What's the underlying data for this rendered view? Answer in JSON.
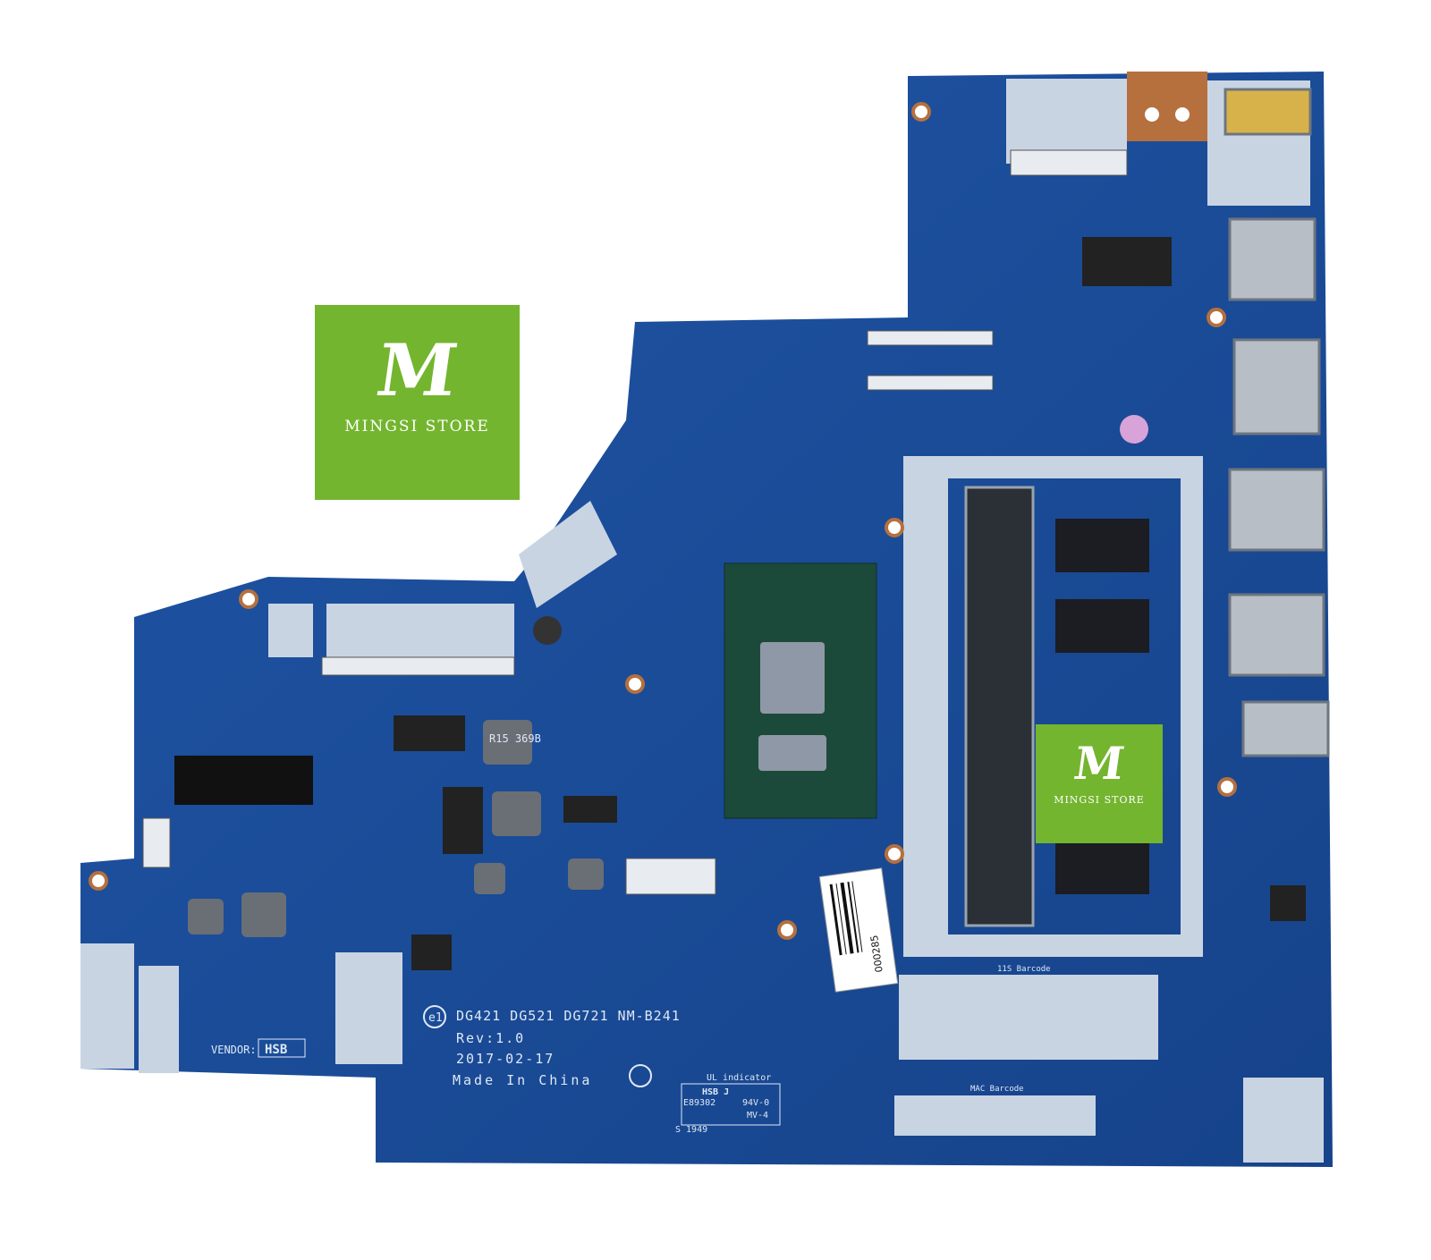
{
  "board": {
    "models": "DG421 DG521 DG721 NM-B241",
    "rev": "Rev:1.0",
    "date": "2017-02-17",
    "origin": "Made In China",
    "vendor_label": "VENDOR:",
    "vendor": "HSB",
    "ul_title": "UL indicator",
    "ul_lines": [
      "HSB J",
      "E89302",
      "94V-0",
      "MV-4"
    ],
    "ul_code": "S 1949",
    "barcode_11s": "11S Barcode",
    "barcode_mac": "MAC Barcode",
    "inductor_label": "R15 369B",
    "sticker_number": "000285",
    "colors": {
      "pcb": "#1d4e9a",
      "pcb_dark": "#173f80",
      "shield": "#c9d4e3",
      "copper": "#b5703e",
      "logo_green": "#73b52f"
    }
  },
  "watermarks": [
    {
      "monogram": "M",
      "name": "MINGSI STORE"
    },
    {
      "monogram": "M",
      "name": "MINGSI STORE"
    }
  ]
}
